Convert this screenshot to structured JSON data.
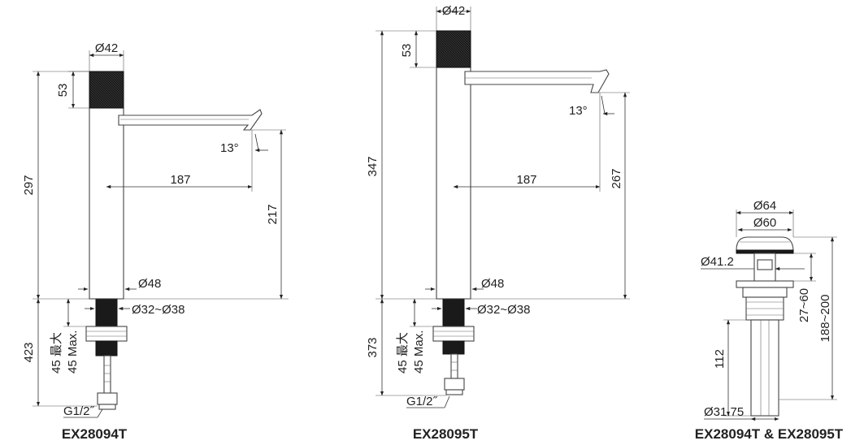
{
  "models": [
    {
      "name": "EX28094T",
      "dims": {
        "top_dia": "Ø42",
        "handle_h": "53",
        "total_h": "297",
        "spout_reach": "187",
        "spout_h": "217",
        "angle": "13°",
        "base_dia": "Ø48",
        "hole_dia": "Ø32~Ø38",
        "below_len": "423",
        "max_thick_cn": "45 最大",
        "max_thick_en": "45 Max.",
        "thread": "G1/2˝"
      }
    },
    {
      "name": "EX28095T",
      "dims": {
        "top_dia": "Ø42",
        "handle_h": "53",
        "total_h": "347",
        "spout_reach": "187",
        "spout_h": "267",
        "angle": "13°",
        "base_dia": "Ø48",
        "hole_dia": "Ø32~Ø38",
        "below_len": "373",
        "max_thick_cn": "45 最大",
        "max_thick_en": "45 Max.",
        "thread": "G1/2˝"
      }
    },
    {
      "name": "EX28094T & EX28095T",
      "dims": {
        "outer_dia": "Ø64",
        "cap_dia": "Ø60",
        "inner_dia": "Ø41.2",
        "pipe_len": "112",
        "pipe_dia": "Ø31.75",
        "adjust": "27~60",
        "total": "188~200"
      }
    }
  ]
}
